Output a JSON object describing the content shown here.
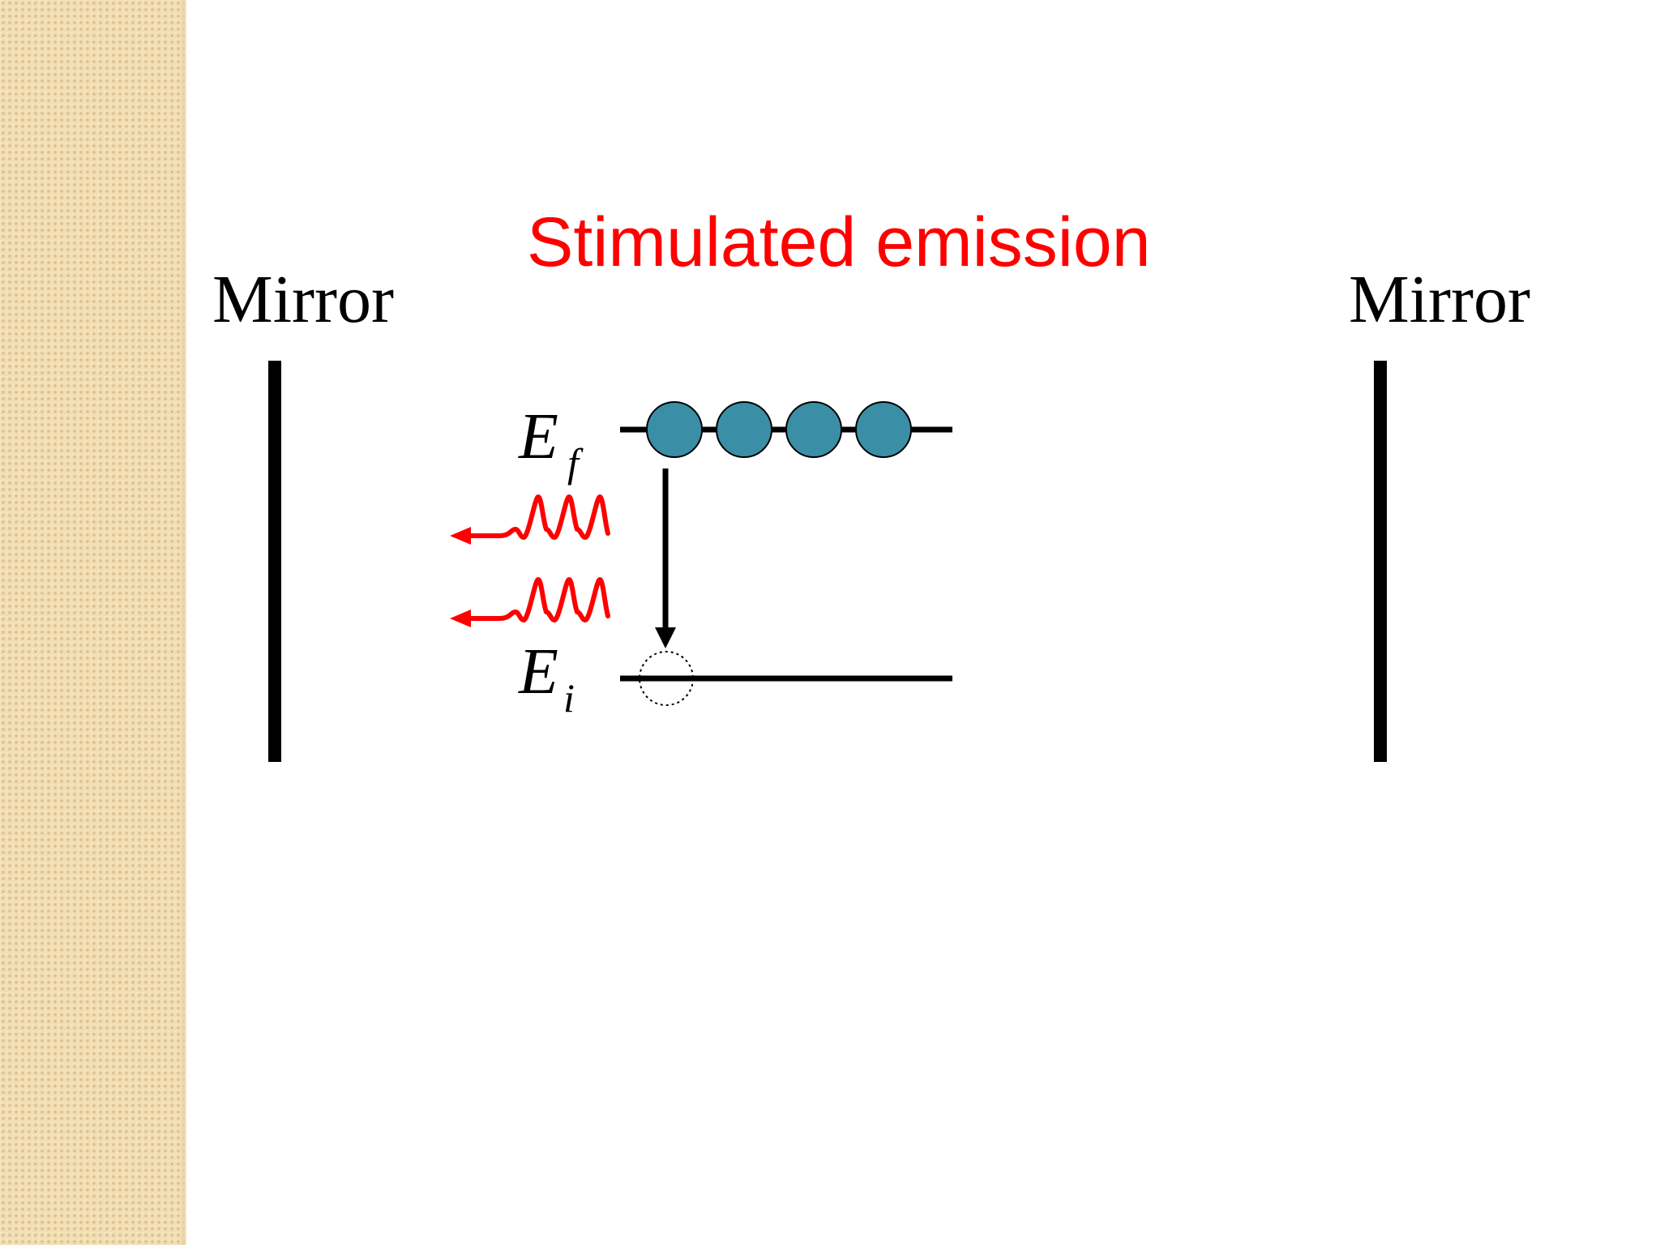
{
  "title": "Stimulated emission",
  "mirrors": {
    "left_label": "Mirror",
    "right_label": "Mirror"
  },
  "energy_levels": {
    "upper": {
      "symbol": "E",
      "subscript": "f",
      "electrons": 4
    },
    "lower": {
      "symbol": "E",
      "subscript": "i",
      "electrons": 0
    }
  },
  "photons_emitted": 2,
  "colors": {
    "title": "#ff0000",
    "photon": "#ff0000",
    "electron_fill": "#3a8fa6",
    "band": "#f3dfb6",
    "line": "#000000"
  },
  "icons": {
    "electron": "filled-circle-icon",
    "hole": "dotted-circle-icon",
    "photon": "wavy-arrow-icon",
    "transition": "down-arrow-icon"
  }
}
